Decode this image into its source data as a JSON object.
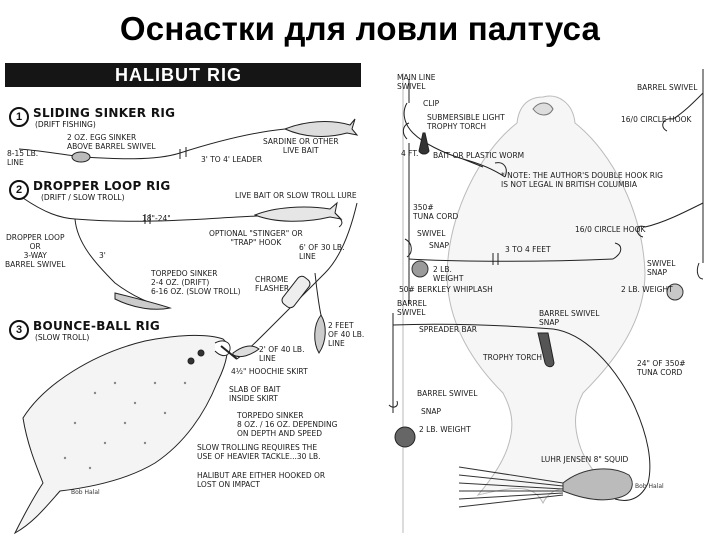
{
  "page_title": "Оснастки для ловли палтуса",
  "left_panel": {
    "banner": "HALIBUT RIG",
    "rigs": [
      {
        "num": "1",
        "title": "SLIDING SINKER RIG",
        "subtitle": "(DRIFT FISHING)"
      },
      {
        "num": "2",
        "title": "DROPPER LOOP RIG",
        "subtitle": "(DRIFT / SLOW TROLL)"
      },
      {
        "num": "3",
        "title": "BOUNCE-BALL RIG",
        "subtitle": "(SLOW TROLL)"
      }
    ],
    "labels": {
      "egg_sinker": "2 OZ. EGG SINKER\nABOVE BARREL SWIVEL",
      "line_8_15": "8-15 LB.\nLINE",
      "leader_3_4": "3' TO 4' LEADER",
      "sardine": "SARDINE OR OTHER\nLIVE BAIT",
      "live_bait_lure": "LIVE BAIT OR SLOW TROLL LURE",
      "len_18": "18\"-24\"",
      "stinger": "OPTIONAL \"STINGER\" OR\n\"TRAP\" HOOK",
      "dropper_loop": "DROPPER LOOP\nOR\n3-WAY\nBARREL SWIVEL",
      "len_3": "3'",
      "torpedo_1": "TORPEDO SINKER\n2-4 OZ. (DRIFT)\n6-16 OZ. (SLOW TROLL)",
      "line_30": "6' OF 30 LB.\nLINE",
      "chrome": "CHROME\nFLASHER",
      "line_40a": "2' OF 40 LB.\nLINE",
      "line_40b": "2 FEET\nOF 40 LB.\nLINE",
      "hoochie": "4½\" HOOCHIE SKIRT",
      "slab": "SLAB OF BAIT\nINSIDE SKIRT",
      "torpedo_2": "TORPEDO SINKER\n8 OZ. / 16 OZ. DEPENDING\nON DEPTH AND SPEED",
      "note_1": "SLOW TROLLING REQUIRES THE\nUSE OF HEAVIER TACKLE...30 LB.",
      "note_2": "HALIBUT ARE EITHER HOOKED OR\nLOST ON IMPACT",
      "signature": "Bob Halal"
    }
  },
  "right_panel": {
    "labels": {
      "main_line": "MAIN LINE\nSWIVEL",
      "clip": "CLIP",
      "torch_1": "SUBMERSIBLE LIGHT\nTROPHY TORCH",
      "len_4ft": "4 ft.",
      "bait_worm": "BAIT OR PLASTIC WORM",
      "note": "* NOTE: THE AUTHOR'S DOUBLE HOOK RIG\nIS NOT LEGAL IN BRITISH COLUMBIA",
      "tuna_cord_1": "350#\nTUNA CORD",
      "swivel": "SWIVEL",
      "snap": "SNAP",
      "len_3_4": "3 TO 4 FEET",
      "weight_2lb_a": "2 lb.\nWEIGHT",
      "whiplash": "50# BERKLEY WHIPLASH",
      "barrel_top": "BARREL SWIVEL",
      "circle_hook_a": "16/0 CIRCLE HOOK",
      "circle_hook_b": "16/0 CIRCLE HOOK",
      "swivel_snap": "SWIVEL\nSNAP",
      "weight_2lb_b": "2 lb. WEIGHT",
      "barrel_swivel_l": "BARREL\nSWIVEL",
      "spreader": "SPREADER BAR",
      "barrel_snap": "BARREL SWIVEL\nSNAP",
      "torch_2": "TROPHY TORCH",
      "tuna_cord_2": "24\" OF 350#\nTUNA CORD",
      "barrel_swivel_2": "BARREL SWIVEL",
      "snap_2": "SNAP",
      "weight_2lb_c": "2 lb. WEIGHT",
      "squid": "LUHR JENSEN 8\" SQUID",
      "signature": "Bob Halal"
    }
  }
}
